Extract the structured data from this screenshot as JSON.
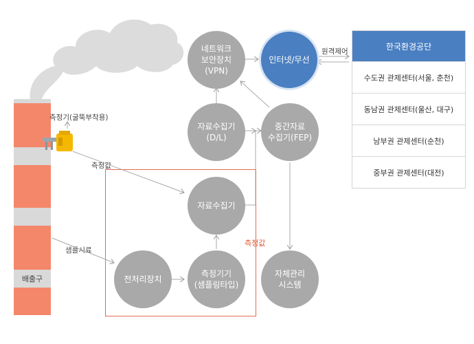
{
  "nodes": {
    "network_security": "네트워크\n보안장치\n(VPN)",
    "internet_wireless": "인터넷/무선",
    "data_collector_dl": "자료수집기\n(D/L)",
    "intermediate_fep": "중간자료\n수집기(FEP)",
    "data_collector": "자료수집기",
    "pretreatment": "전처리장치",
    "measuring_device": "측정기기\n(샘플링타입)",
    "self_management": "자체관리\n시스템"
  },
  "labels": {
    "remote_control": "원격제어",
    "measuring_device_chimney": "측정기(굴뚝부착용)",
    "measured_value": "측정값",
    "sample": "샘플시료",
    "measured_value_red": "측정값",
    "outlet": "배출구"
  },
  "centers": {
    "header": "한국환경공단",
    "items": [
      "수도권 관제센터(서울, 춘천)",
      "동남권 관제센터(울산, 대구)",
      "남부권 관제센터(순천)",
      "중부권 관제센터(대전)"
    ]
  },
  "colors": {
    "node_gray": "#a9a9a9",
    "accent_blue": "#4a7fc1",
    "chimney_orange": "#f4876a",
    "highlight_red": "#e46b4f"
  }
}
